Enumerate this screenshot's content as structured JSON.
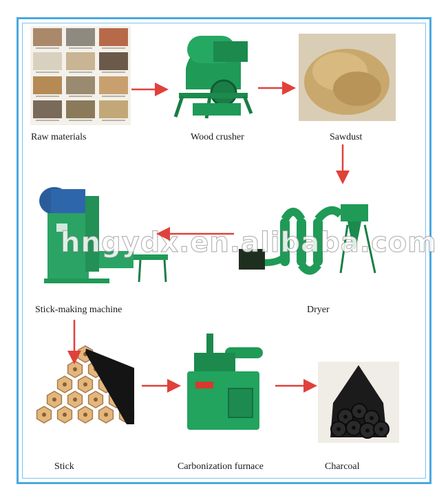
{
  "stages": [
    {
      "id": "raw_materials",
      "label": "Raw materials"
    },
    {
      "id": "wood_crusher",
      "label": "Wood crusher"
    },
    {
      "id": "sawdust",
      "label": "Sawdust"
    },
    {
      "id": "dryer",
      "label": "Dryer"
    },
    {
      "id": "stick_making_machine",
      "label": "Stick-making machine"
    },
    {
      "id": "stick",
      "label": "Stick"
    },
    {
      "id": "carbonization_furnace",
      "label": "Carbonization furnace"
    },
    {
      "id": "charcoal",
      "label": "Charcoal"
    }
  ],
  "flow": [
    "raw_materials",
    "wood_crusher",
    "sawdust",
    "dryer",
    "stick_making_machine",
    "stick",
    "carbonization_furnace",
    "charcoal"
  ],
  "watermark": "hngydx.en.alibaba.com",
  "colors": {
    "frame": "#4aa8e0",
    "arrow": "#e0413a",
    "machine": "#1f9a57"
  }
}
